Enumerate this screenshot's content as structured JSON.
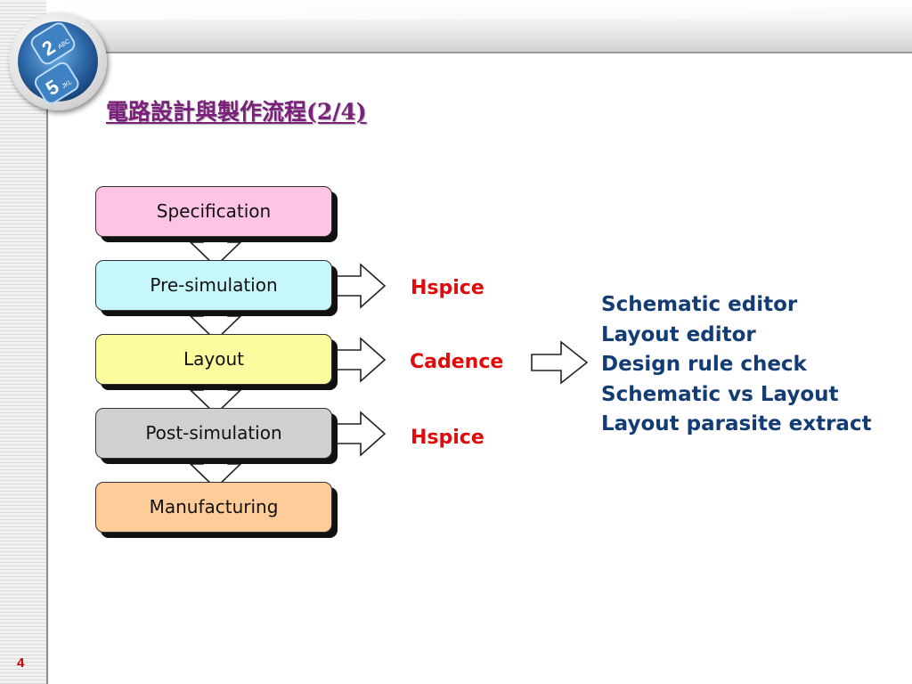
{
  "slide": {
    "title": "電路設計與製作流程(2/4)",
    "page_number": "4"
  },
  "logo": {
    "icon": "keypad-keys-icon",
    "keys": [
      {
        "digit": "2",
        "letters": "ABC"
      },
      {
        "digit": "5",
        "letters": "JKL"
      }
    ]
  },
  "flow": {
    "steps": [
      {
        "label": "Specification",
        "color": "#fdc4e6"
      },
      {
        "label": "Pre-simulation",
        "color": "#c6f7fb"
      },
      {
        "label": "Layout",
        "color": "#fcfc9e"
      },
      {
        "label": "Post-simulation",
        "color": "#d0d0d0"
      },
      {
        "label": "Manufacturing",
        "color": "#fdcc98"
      }
    ],
    "tools": [
      {
        "label": "Hspice",
        "for_step": "Pre-simulation"
      },
      {
        "label": "Cadence",
        "for_step": "Layout"
      },
      {
        "label": "Hspice",
        "for_step": "Post-simulation"
      }
    ],
    "tool_color": "#e10b0b"
  },
  "cadence_functions": [
    "Schematic editor",
    "Layout editor",
    "Design rule check",
    "Schematic vs Layout",
    "Layout parasite extract"
  ],
  "colors": {
    "function_text": "#133b74",
    "title": "#7a1f7a",
    "page_number": "#c00000"
  }
}
